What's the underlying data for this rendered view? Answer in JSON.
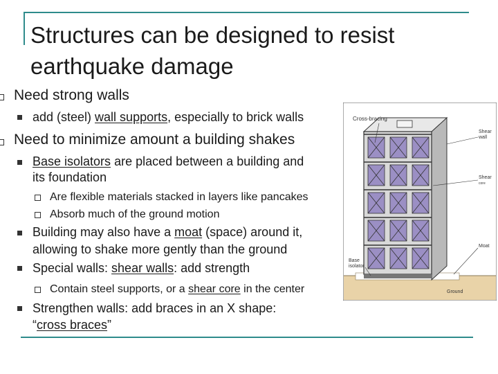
{
  "title": {
    "line1": "Structures can be designed to resist",
    "line2": "earthquake damage"
  },
  "bullets": {
    "strong_walls": "Need strong walls",
    "wall_supports_a": "add (steel) ",
    "wall_supports_u": "wall supports",
    "wall_supports_b": ", especially to brick walls",
    "minimize": "Need to minimize amount a building shakes",
    "base_iso_u": "Base isolators",
    "base_iso_a": " are placed between a building and",
    "base_iso_b": "its foundation",
    "flexible": "Are flexible materials stacked in layers like pancakes",
    "absorb": "Absorb much of the ground motion",
    "moat_a": "Building may also have a ",
    "moat_u": "moat",
    "moat_b": " (space) around it,",
    "moat_c": "allowing to shake more gently than the ground",
    "shear_a": "Special walls: ",
    "shear_u": "shear walls",
    "shear_b": ": add strength",
    "steel_a": "Contain steel supports, or a ",
    "steel_u": "shear core",
    "steel_b": " in the center",
    "braces_a": "Strengthen walls: add braces in an X shape:",
    "braces_b1": "“",
    "braces_u": "cross braces",
    "braces_b2": "”"
  },
  "diagram": {
    "cross_bracing": "Cross-bracing",
    "shear_wall_1": "Shear",
    "shear_wall_2": "wall",
    "shear_core_1": "Shear",
    "shear_core_2": "core",
    "moat": "Moat",
    "base_isolator_1": "Base",
    "base_isolator_2": "isolator",
    "ground": "Ground"
  },
  "colors": {
    "accent": "#2e8b8b",
    "wall_fill": "#9b8fc4",
    "ground_fill": "#e9d3a8"
  }
}
